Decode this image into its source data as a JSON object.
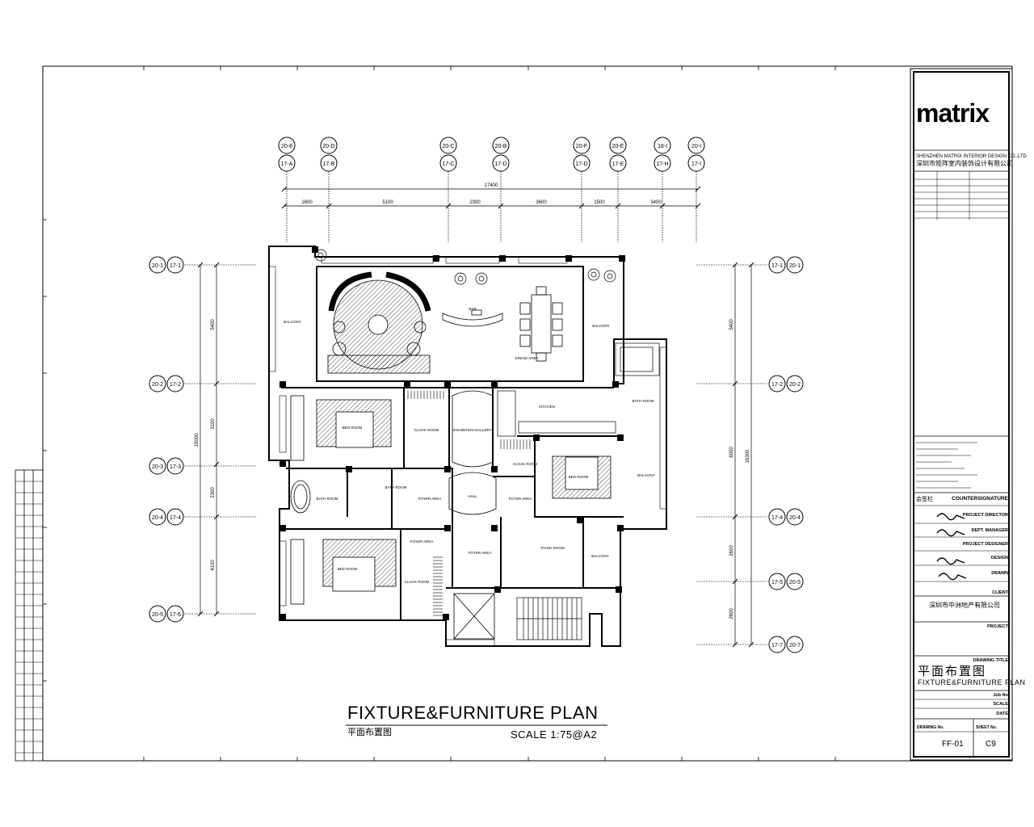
{
  "logo": {
    "text": "matrix"
  },
  "company": {
    "line_en": "SHENZHEN MATRIX INTERIOR DESIGN CO.,LTD",
    "line_cn": "深圳市矩阵室内装饰设计有限公司"
  },
  "plan": {
    "title": "FIXTURE&FURNITURE PLAN",
    "subtitle_cn": "平面布置图",
    "scale": "SCALE  1:75@A2"
  },
  "grid": {
    "top_a": [
      "20-8",
      "20-D",
      "20-C",
      "20-B",
      "20-F",
      "20-E",
      "18-I",
      "20-I"
    ],
    "top_b": [
      "17-A",
      "17-B",
      "17-C",
      "17-D",
      "17-D",
      "17-E",
      "17-H",
      "17-I"
    ],
    "left_a": [
      "20-1",
      "20-2",
      "20-3",
      "20-4",
      "20-5"
    ],
    "left_b": [
      "17-1",
      "17-2",
      "17-3",
      "17-4",
      "17-6"
    ],
    "right_a": [
      "17-1",
      "17-2",
      "17-4",
      "17-5",
      "17-7"
    ],
    "right_b": [
      "20-1",
      "20-2",
      "20-4",
      "20-5",
      "20-7"
    ]
  },
  "dimensions": {
    "overall_top": "17400",
    "top_segments": [
      "1600",
      "5100",
      "2300",
      "3600",
      "1500",
      "3400"
    ],
    "left_overall": "15000",
    "left_segments": [
      "5400",
      "3100",
      "2300",
      "4100"
    ],
    "right_overall": "16300",
    "right_segments": [
      "5400",
      "6000",
      "2600",
      "2600"
    ]
  },
  "rooms": {
    "balcony_w": "BALCONY",
    "bar": "BAR",
    "dining": "DINING AREA",
    "balcony_ne": "BALCONY",
    "bed1": "BED ROOM",
    "cloak1": "CLOAK ROOM",
    "exhibition": "EXHIBITION GALLERY",
    "kitchen": "KITCHEN",
    "bath_e": "BATH ROOM",
    "cloak2": "CLOAK ROOM",
    "bed2": "BED ROOM",
    "balcony_e": "BALCONY",
    "bath_w": "BATH ROOM",
    "bath_c": "BATH ROOM",
    "foyer1": "FOYER AREA",
    "hall": "HALL",
    "foyer2": "FOYER AREA",
    "foyer3": "FOYER AREA",
    "foyer4": "FOYER AREA",
    "piano": "PIANO ROOM",
    "balcony_se": "BALCONY",
    "bed3": "BED ROOM",
    "cloak3": "CLOAK ROOM"
  },
  "title_block": {
    "counter_signature_cn": "会签栏",
    "counter_signature": "COUNTERSIGNATURE",
    "roles": [
      "PROJECT DIRECTOR",
      "DEPT. MANAGER",
      "PROJECT DESIGNER",
      "DESIGN",
      "DRAWN"
    ],
    "client_label": "CLIENT",
    "client_name": "深圳市中洲地产有限公司",
    "project_label": "PROJECT",
    "drawing_title_label": "DRAWING TITLE",
    "drawing_title_cn": "平面布置图",
    "drawing_title_en": "FIXTURE&FURNITURE PLAN",
    "job_no_label": "Job No",
    "scale_label": "SCALE",
    "date_label": "DATE",
    "drawing_no_label": "DRAWING No.",
    "sheet_no_label": "SHEET No.",
    "drawing_no": "FF-01",
    "sheet_no": "C9"
  }
}
